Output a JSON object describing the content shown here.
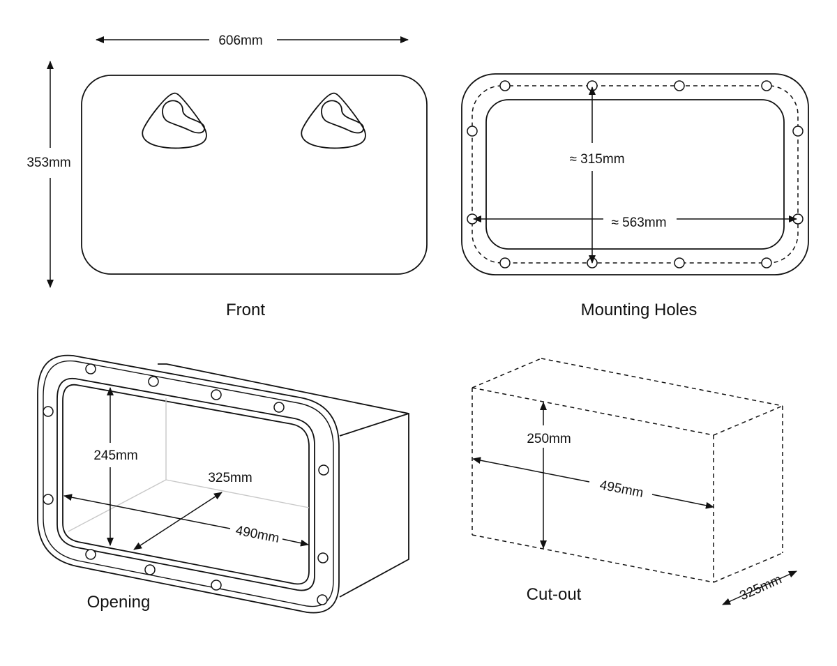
{
  "views": {
    "front": {
      "caption": "Front",
      "width_label": "606mm",
      "height_label": "353mm"
    },
    "mounting_holes": {
      "caption": "Mounting Holes",
      "height_label": "≈ 315mm",
      "width_label": "≈ 563mm"
    },
    "opening": {
      "caption": "Opening",
      "height_label": "245mm",
      "depth_label": "325mm",
      "width_label": "490mm"
    },
    "cutout": {
      "caption": "Cut-out",
      "height_label": "250mm",
      "width_label": "495mm",
      "depth_label": "325mm"
    }
  }
}
